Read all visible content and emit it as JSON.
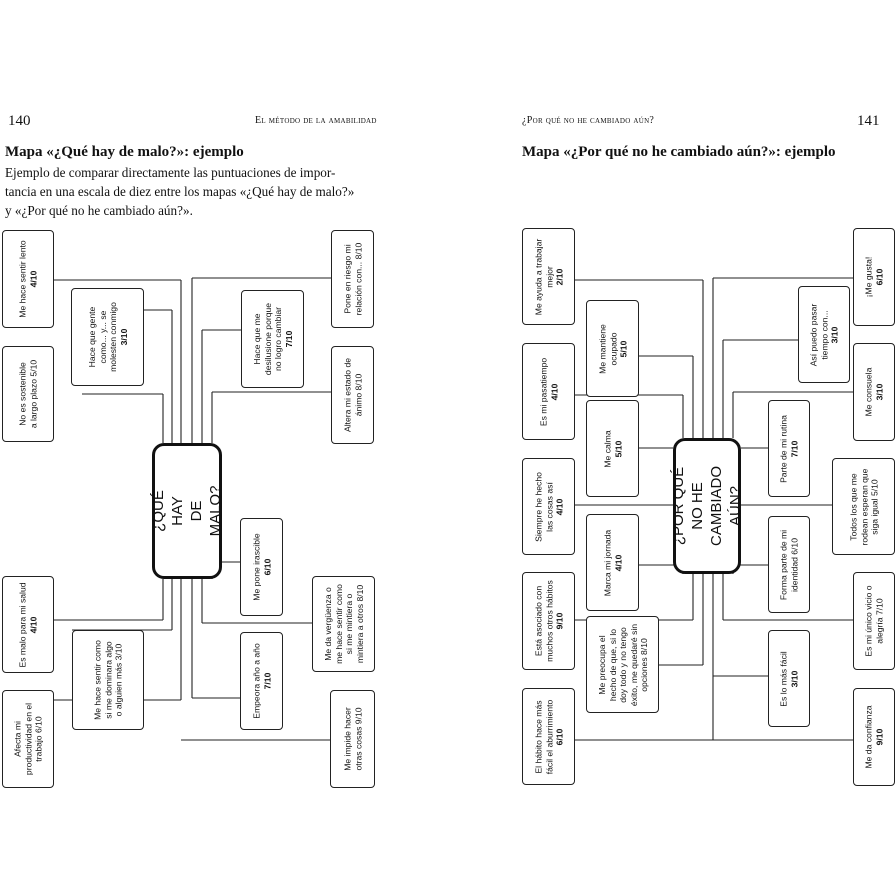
{
  "left": {
    "page_number": "140",
    "running_head": "El método de la amabilidad",
    "section_title": "Mapa «¿Qué hay de malo?»: ejemplo",
    "intro_lines": [
      "Ejemplo de comparar directamente las puntuaciones de impor-",
      "tancia en una escala de diez entre los mapas «¿Qué hay de malo?»",
      "y «¿Por qué no he cambiado aún?»."
    ],
    "center_label": "¿QUÉ HAY\nDE MALO?",
    "items": [
      {
        "text": "Me hace sentir lento",
        "score": "4/10"
      },
      {
        "text": "Hace que gente\ncomo... y... se\nmolesten conmigo",
        "score": "3/10"
      },
      {
        "text": "No es sostenible\na largo plazo 5/10",
        "score": ""
      },
      {
        "text": "Pone en riesgo mi\nrelación con... 8/10",
        "score": ""
      },
      {
        "text": "Hace que me\ndesilusione porque\nno logro cambiar",
        "score": "7/10"
      },
      {
        "text": "Altera mi estado de\nánimo 8/10",
        "score": ""
      },
      {
        "text": "Me pone irascible",
        "score": "6/10"
      },
      {
        "text": "Es malo para mi salud",
        "score": "4/10"
      },
      {
        "text": "Me da vergüenza o\nme hace sentir como\nsi me mintiera o\nmintiera a otros 8/10",
        "score": ""
      },
      {
        "text": "Me hace sentir como\nsi me dominara algo\no alguien más 3/10",
        "score": ""
      },
      {
        "text": "Empeora año a año",
        "score": "7/10"
      },
      {
        "text": "Afecta mi\nproductividad en el\ntrabajo 6/10",
        "score": ""
      },
      {
        "text": "Me impide hacer\notras cosas 9/10",
        "score": ""
      }
    ]
  },
  "right": {
    "page_number": "141",
    "running_head": "¿Por qué no he cambiado aún?",
    "section_title": "Mapa «¿Por qué no he cambiado aún?»: ejemplo",
    "center_label": "¿POR QUÉ NO HE\nCAMBIADO AÚN?",
    "items": [
      {
        "text": "Me ayuda a trabajar\nmejor",
        "score": "2/10"
      },
      {
        "text": "Me mantiene\nocupado",
        "score": "5/10"
      },
      {
        "text": "Es mi pasatiempo",
        "score": "4/10"
      },
      {
        "text": "Me calma",
        "score": "5/10"
      },
      {
        "text": "Siempre he hecho\nlas cosas así",
        "score": "4/10"
      },
      {
        "text": "Marca mi jornada",
        "score": "4/10"
      },
      {
        "text": "Está asociado con\nmuchos otros hábitos",
        "score": "9/10"
      },
      {
        "text": "Me preocupa el\nhecho de que, si lo\ndoy todo y no tengo\néxito, me quedaré sin\nopciones 8/10",
        "score": ""
      },
      {
        "text": "El hábito hace más\nfácil el aburrimiento",
        "score": "6/10"
      },
      {
        "text": "¡Me gusta!",
        "score": "6/10"
      },
      {
        "text": "Así puedo pasar\ntiempo con...",
        "score": "3/10"
      },
      {
        "text": "Me consuela",
        "score": "3/10"
      },
      {
        "text": "Parte de mi rutina",
        "score": "7/10"
      },
      {
        "text": "Todos los que me\nrodean esperan que\nsiga igual 5/10",
        "score": ""
      },
      {
        "text": "Forma parte de mi\nidentidad 6/10",
        "score": ""
      },
      {
        "text": "Es mi único vicio o\nalegría 7/10",
        "score": ""
      },
      {
        "text": "Es lo más fácil",
        "score": "3/10"
      },
      {
        "text": "Me da confianza",
        "score": "9/10"
      }
    ]
  }
}
